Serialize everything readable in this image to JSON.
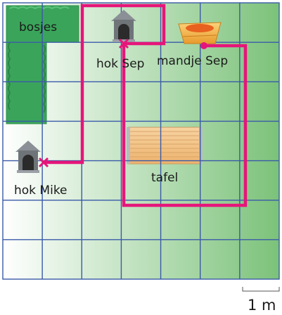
{
  "labels": {
    "bushes": "bosjes",
    "kennel_sep": "hok Sep",
    "basket_sep": "mandje Sep",
    "table": "tafel",
    "kennel_mike": "hok Mike"
  },
  "scale": {
    "label": "1 m"
  },
  "grid": {
    "columns": 7,
    "rows": 7
  },
  "colors": {
    "grid_line": "#3a5aa8",
    "path": "#e6157a",
    "bushes": "#3aa55a",
    "grass_left": "#ffffff",
    "grass_right": "#7cc27a",
    "table_wood": "#f3c48a",
    "kennel": "#6f7479",
    "basket": "#f4a53a"
  },
  "icons": {
    "kennel": "dog-kennel-icon",
    "basket": "dog-basket-icon",
    "table": "table-icon",
    "bushes": "bushes-icon"
  }
}
